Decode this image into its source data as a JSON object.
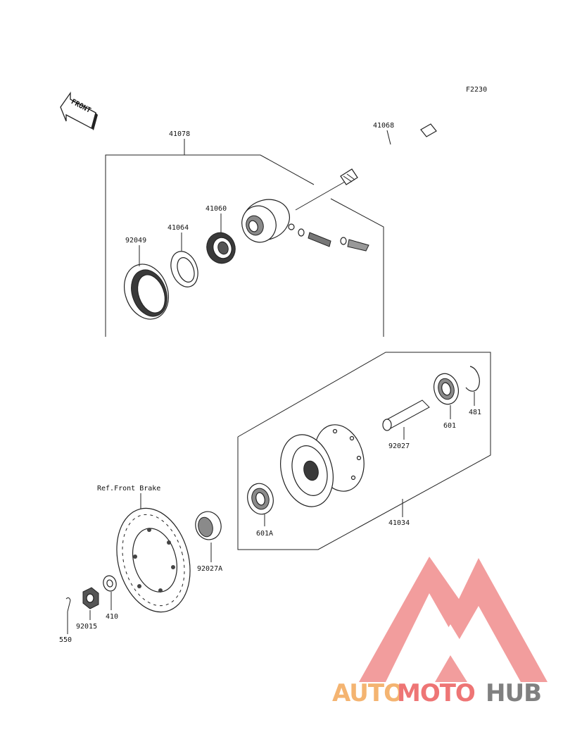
{
  "figure_code": "F2230",
  "front_arrow_text": "FRONT",
  "reference_note": "Ref.Front Brake",
  "part_labels": {
    "p41068": "41068",
    "p41078": "41078",
    "p41060": "41060",
    "p41064": "41064",
    "p92049": "92049",
    "p481": "481",
    "p601": "601",
    "p92027": "92027",
    "p41034": "41034",
    "p601A": "601A",
    "p92027A": "92027A",
    "p410": "410",
    "p92015": "92015",
    "p550": "550"
  },
  "watermark": {
    "part1": "AUTO",
    "part2": "MOTO",
    "part3": "HUB",
    "color_orange": "#f4b06a",
    "color_red": "#ee6e6e",
    "color_gray": "#7a7a7a"
  }
}
